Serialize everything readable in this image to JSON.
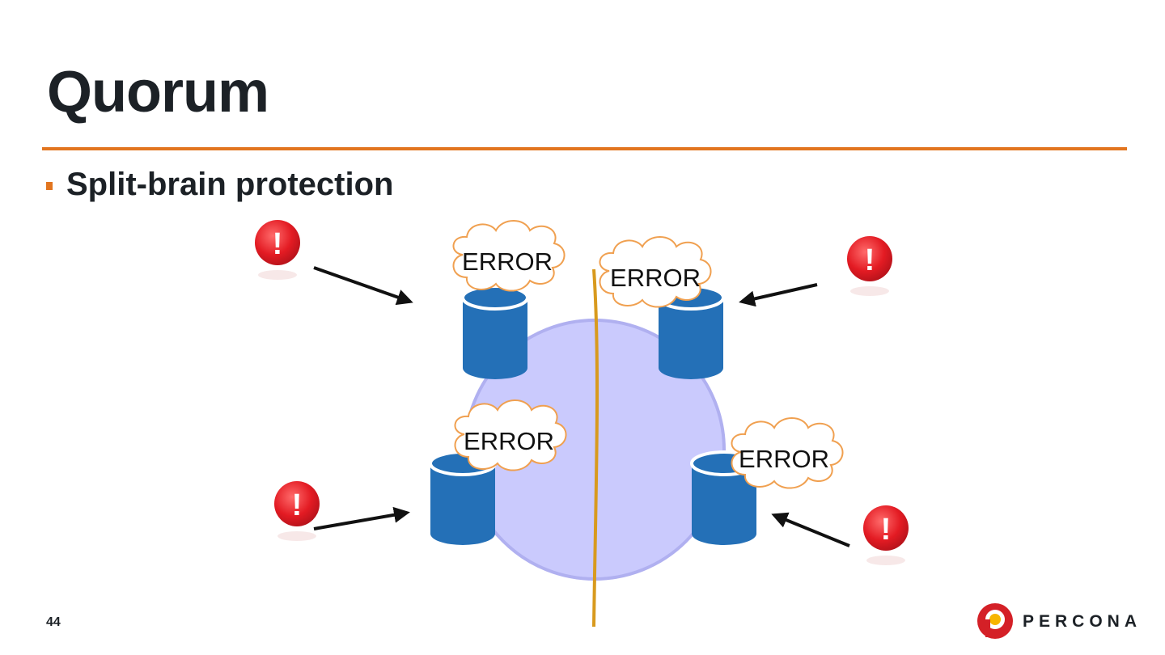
{
  "slide": {
    "title": "Quorum",
    "bullet": "Split-brain protection",
    "page_number": "44"
  },
  "diagram": {
    "error_label": "ERROR",
    "alert_symbol": "!",
    "nodes": [
      {
        "id": "top-left",
        "status": "ERROR"
      },
      {
        "id": "top-right",
        "status": "ERROR"
      },
      {
        "id": "bottom-left",
        "status": "ERROR"
      },
      {
        "id": "bottom-right",
        "status": "ERROR"
      }
    ],
    "colors": {
      "database": "#2470b7",
      "ring_fill": "#cacafd",
      "ring_stroke": "#b0b0f0",
      "partition_line": "#d89a1e",
      "cloud_stroke": "#f0a050",
      "alert": "#e31b23"
    }
  },
  "brand": {
    "name": "PERCONA",
    "accent": "#e2751f",
    "logo_red": "#d42027",
    "logo_yellow": "#f7b500"
  }
}
